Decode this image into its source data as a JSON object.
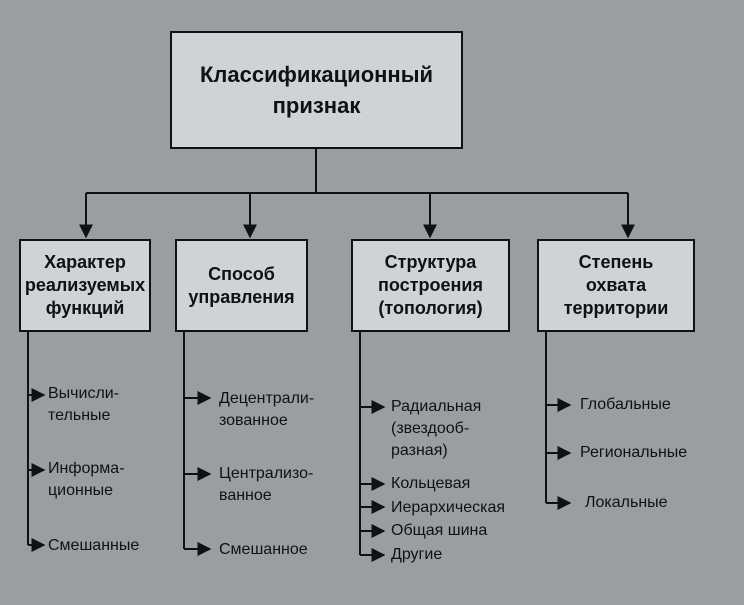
{
  "root": {
    "label": "Классификационный\nпризнак"
  },
  "categories": [
    {
      "label": "Характер\nреализуемых\nфункций",
      "items": [
        "Вычисли-\nтельные",
        "Информа-\nционные",
        "Смешанные"
      ]
    },
    {
      "label": "Способ\nуправления",
      "items": [
        "Децентрали-\nзованное",
        "Централизо-\nванное",
        "Смешанное"
      ]
    },
    {
      "label": "Структура\nпостроения\n(топология)",
      "items": [
        "Радиальная\n(звездооб-\nразная)",
        "Кольцевая",
        "Иерархическая",
        "Общая шина",
        "Другие"
      ]
    },
    {
      "label": "Степень\nохвата\nтерритории",
      "items": [
        "Глобальные",
        "Региональные",
        "Локальные"
      ]
    }
  ]
}
